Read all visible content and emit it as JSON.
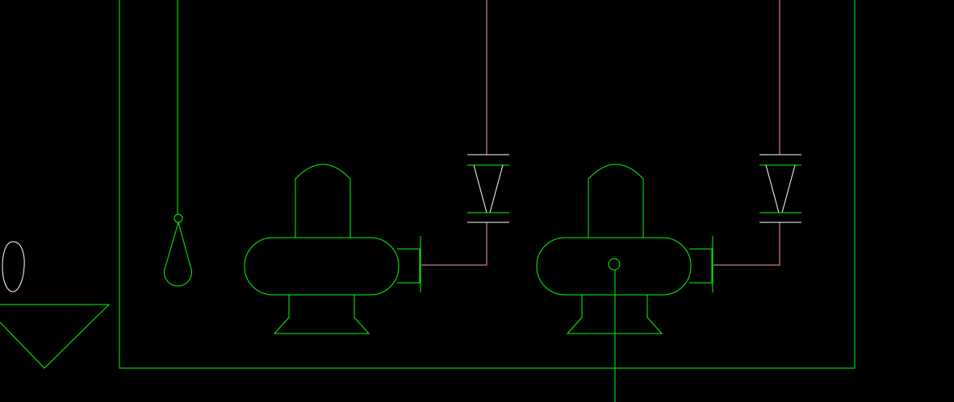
{
  "colors": {
    "background": "#000000",
    "line_primary": "#00ff00",
    "line_pipe": "#ff9a9a",
    "line_accent": "#ffffff"
  },
  "diagram": {
    "kind": "pump-station-schematic",
    "components": [
      "tank-outline",
      "float-switch",
      "sump-hopper",
      "pump-1",
      "pump-2",
      "check-valve-1",
      "check-valve-2",
      "discharge-pipe-1",
      "discharge-pipe-2",
      "level-sensor-line"
    ]
  }
}
